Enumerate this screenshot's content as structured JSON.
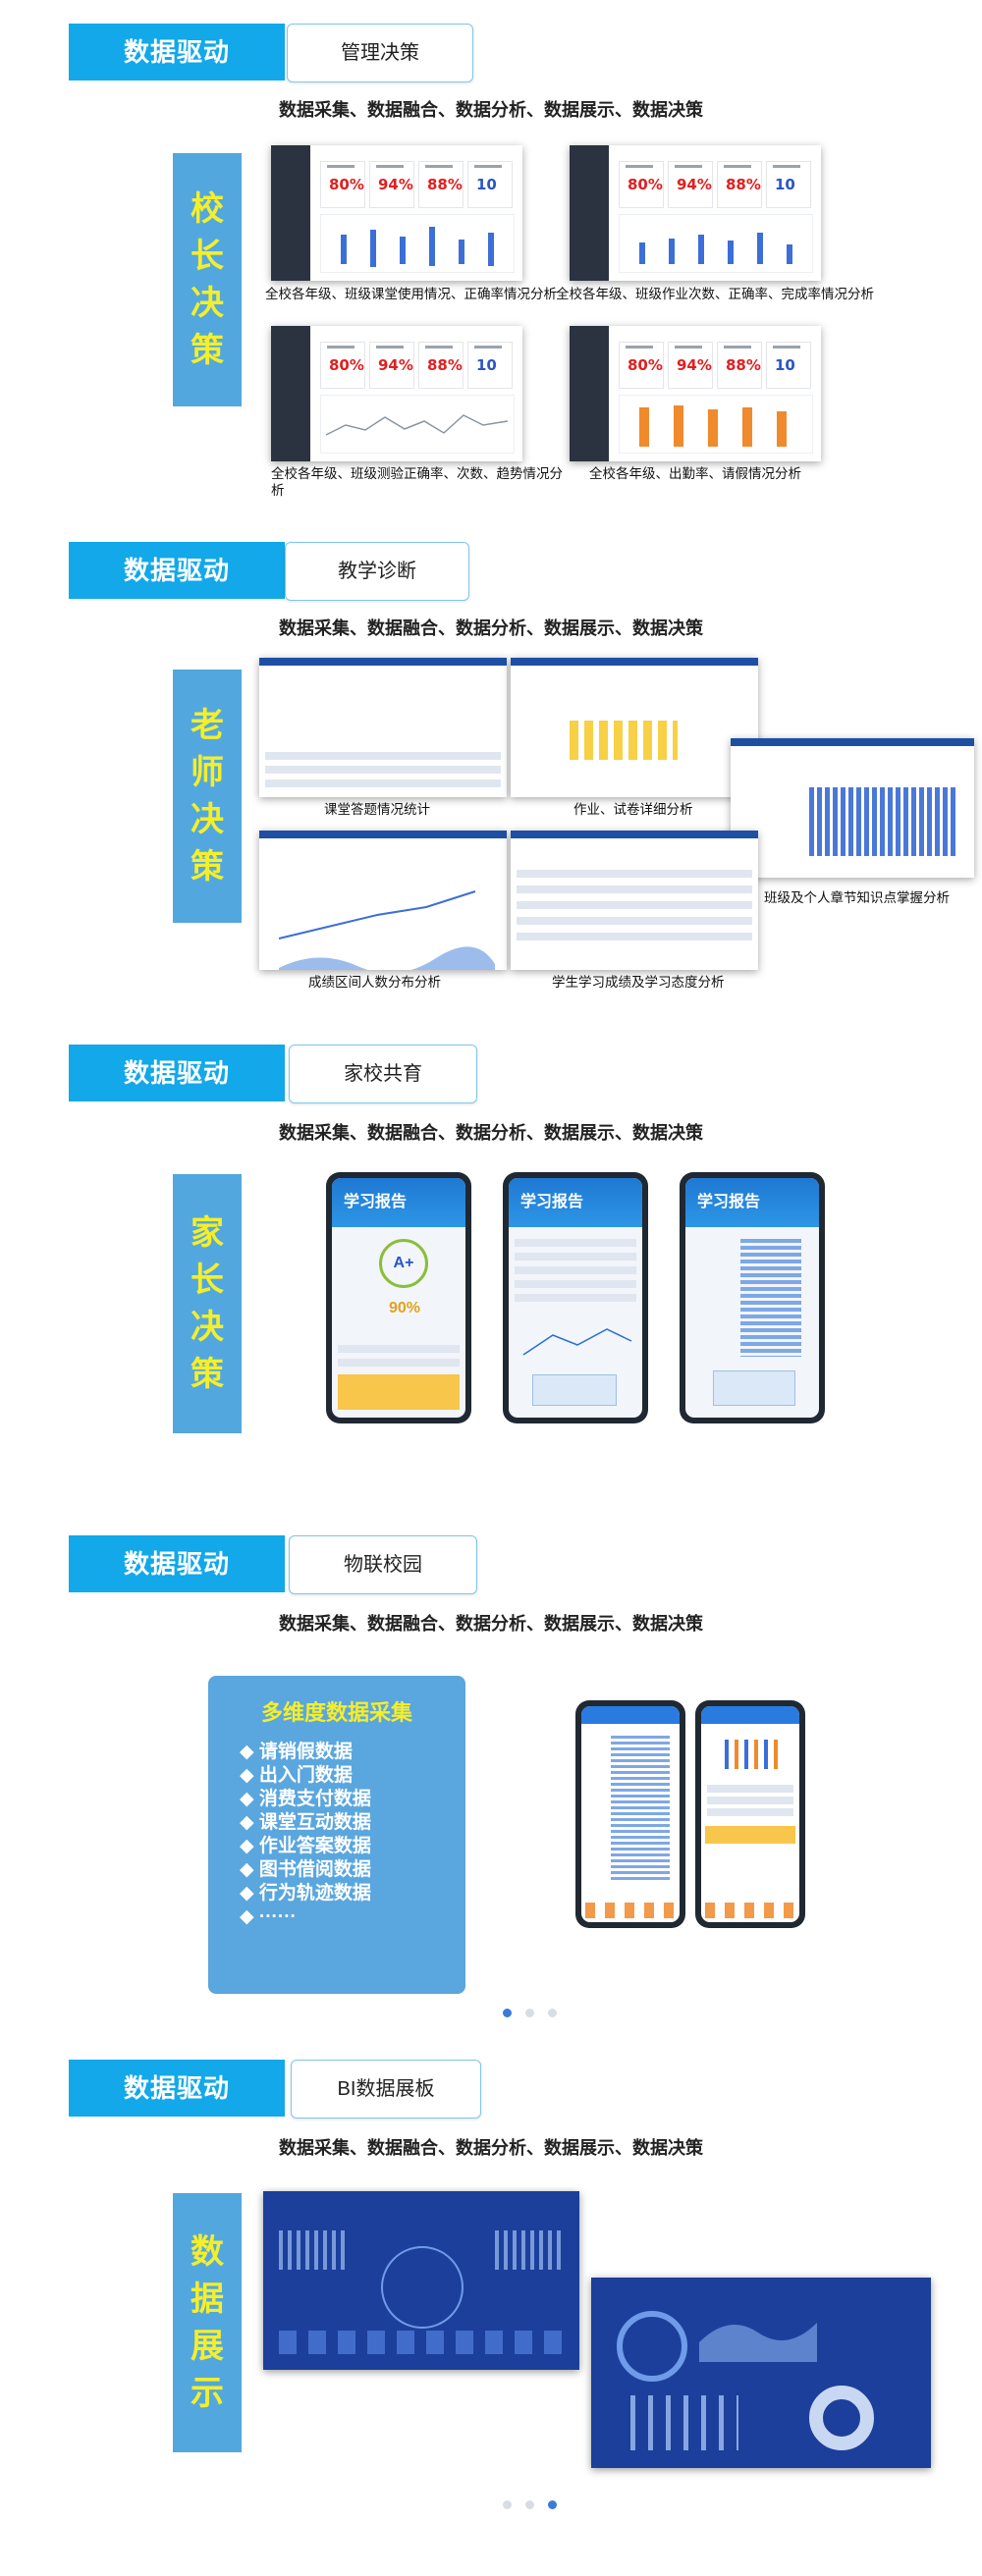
{
  "chain_text": "数据采集、数据融合、数据分析、数据展示、数据决策",
  "tag_label": "数据驱动",
  "section1": {
    "subtag": "管理决策",
    "side": [
      "校",
      "长",
      "决",
      "策"
    ],
    "captions": [
      "全校各年级、班级课堂使用情况、正确率情况分析",
      "全校各年级、班级作业次数、正确率、完成率情况分析",
      "全校各年级、班级测验正确率、次数、趋势情况分析",
      "全校各年级、出勤率、请假情况分析"
    ],
    "cards": [
      "80%",
      "94%",
      "88%",
      "10"
    ]
  },
  "section2": {
    "subtag": "教学诊断",
    "side": [
      "老",
      "师",
      "决",
      "策"
    ],
    "captions": [
      "课堂答题情况统计",
      "作业、试卷详细分析",
      "班级及个人章节知识点掌握分析",
      "成绩区间人数分布分析",
      "学生学习成绩及学习态度分析"
    ]
  },
  "section3": {
    "subtag": "家校共育",
    "side": [
      "家",
      "长",
      "决",
      "策"
    ],
    "phone_title": "学习报告",
    "grade": "A+",
    "percent": "90%"
  },
  "section4": {
    "subtag": "物联校园",
    "box_title": "多维度数据采集",
    "items": [
      "◆ 请销假数据",
      "◆ 出入门数据",
      "◆ 消费支付数据",
      "◆ 课堂互动数据",
      "◆ 作业答案数据",
      "◆ 图书借阅数据",
      "◆ 行为轨迹数据",
      "◆ ······"
    ]
  },
  "section5": {
    "subtag": "BI数据展板",
    "side": [
      "数",
      "据",
      "展",
      "示"
    ]
  }
}
